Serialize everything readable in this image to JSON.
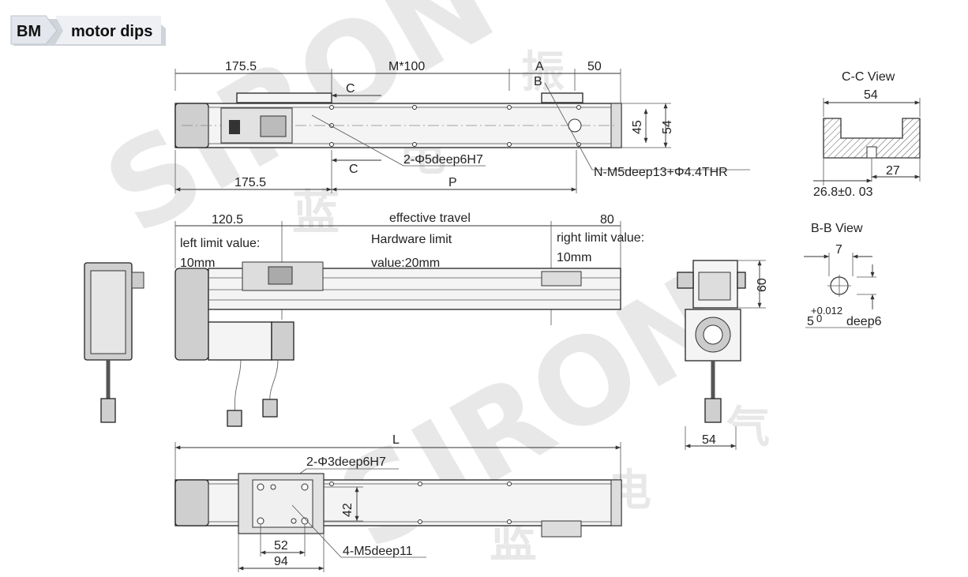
{
  "header": {
    "badge": "BM",
    "title": "motor dips"
  },
  "watermark": {
    "brand": "SIRON",
    "chars": [
      "蓝",
      "电",
      "气",
      "振"
    ]
  },
  "top_view": {
    "dim_175_5_top": "175.5",
    "dim_m100": "M*100",
    "dim_a": "A",
    "dim_b": "B",
    "dim_50": "50",
    "section_c_top": "C",
    "section_c_bottom": "C",
    "dim_45": "45",
    "dim_54": "54",
    "note_holes": "2-Φ5deep6H7",
    "note_thread": "N-M5deep13+Φ4.4THR",
    "dim_175_5_bottom": "175.5",
    "dim_p": "P"
  },
  "side_view": {
    "dim_120_5": "120.5",
    "dim_effective": "effective travel",
    "dim_80": "80",
    "left_limit_1": "left limit value:",
    "left_limit_2": "10mm",
    "hw_limit_1": "Hardware limit",
    "hw_limit_2": "value:20mm",
    "right_limit_1": "right limit value:",
    "right_limit_2": "10mm"
  },
  "end_view": {
    "dim_60": "60",
    "dim_54": "54"
  },
  "cc_view": {
    "title": "C-C View",
    "dim_54": "54",
    "dim_27": "27",
    "dim_26_8": "26.8±0. 03"
  },
  "bb_view": {
    "title": "B-B View",
    "dim_7": "7",
    "tol": "+0.012",
    "dia": "5",
    "tol_low": "0",
    "deep": "deep6"
  },
  "bottom_view": {
    "dim_l": "L",
    "note_holes": "2-Φ3deep6H7",
    "dim_42": "42",
    "dim_52": "52",
    "dim_94": "94",
    "note_thread": "4-M5deep11"
  }
}
